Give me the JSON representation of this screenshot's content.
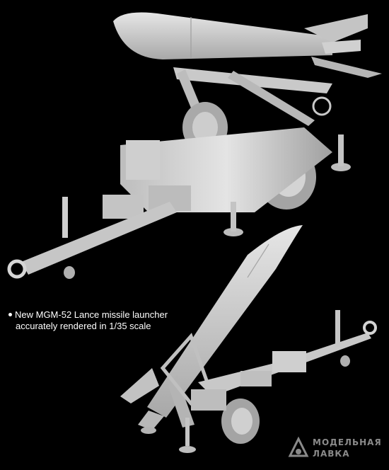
{
  "caption": {
    "line1": "New MGM-52 Lance missile launcher",
    "line2": "accurately rendered in 1/35 scale"
  },
  "watermark": {
    "line1": "МОДЕЛЬНАЯ",
    "line2": "ЛАВКА"
  },
  "colors": {
    "background": "#000000",
    "model": "#d2d2d2",
    "model_shadow": "#9a9a9a",
    "caption_text": "#ffffff",
    "watermark": "#8a8a8a"
  }
}
